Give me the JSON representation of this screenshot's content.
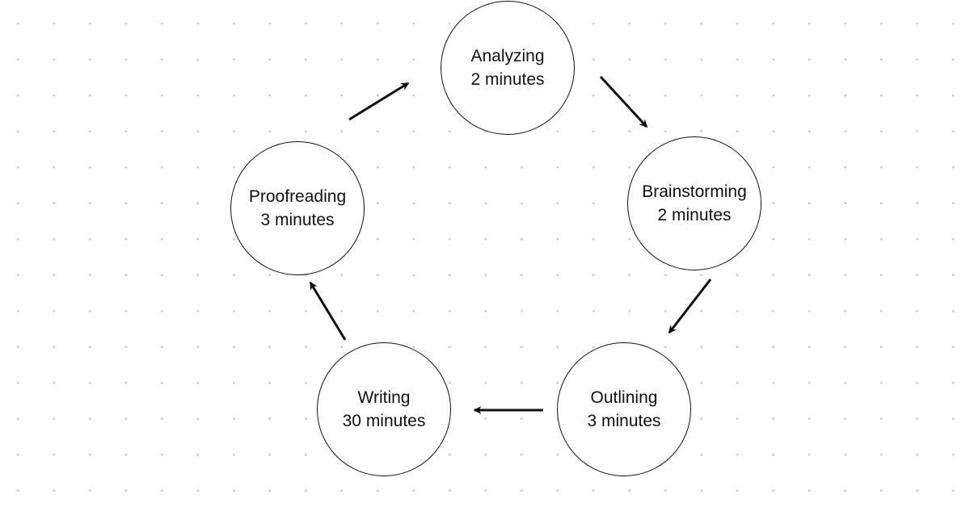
{
  "diagram": {
    "type": "cycle",
    "steps": [
      {
        "name": "Analyzing",
        "duration": "2 minutes"
      },
      {
        "name": "Brainstorming",
        "duration": "2 minutes"
      },
      {
        "name": "Outlining",
        "duration": "3 minutes"
      },
      {
        "name": "Writing",
        "duration": "30 minutes"
      },
      {
        "name": "Proofreading",
        "duration": "3 minutes"
      }
    ],
    "edges": [
      {
        "from": "Analyzing",
        "to": "Brainstorming"
      },
      {
        "from": "Brainstorming",
        "to": "Outlining"
      },
      {
        "from": "Outlining",
        "to": "Writing"
      },
      {
        "from": "Writing",
        "to": "Proofreading"
      },
      {
        "from": "Proofreading",
        "to": "Analyzing"
      }
    ],
    "colors": {
      "stroke": "#111111",
      "background": "#ffffff",
      "grid_dot": "#c9c9c9"
    }
  }
}
